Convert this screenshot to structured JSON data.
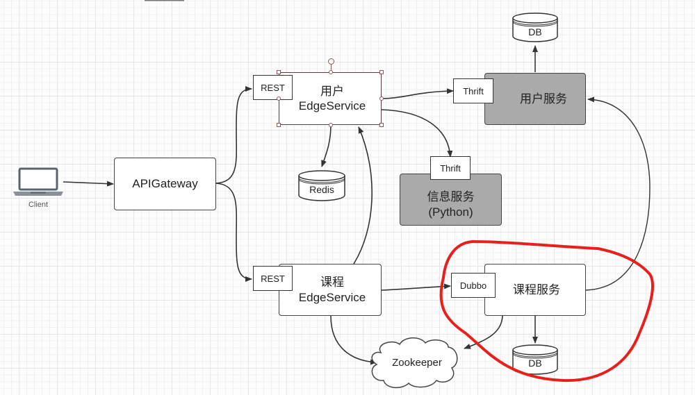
{
  "diagram": {
    "client": {
      "label": "Client",
      "icon": "laptop-icon"
    },
    "api_gateway": {
      "label": "APIGateway"
    },
    "user_edge": {
      "title": "用户",
      "subtitle": "EdgeService",
      "protocol": "REST",
      "selected": true
    },
    "course_edge": {
      "title": "课程",
      "subtitle": "EdgeService",
      "protocol": "REST"
    },
    "user_service": {
      "label": "用户服务",
      "protocol": "Thrift",
      "color": "#aaaaaa"
    },
    "info_service": {
      "label": "信息服务",
      "sublabel": "(Python)",
      "protocol": "Thrift",
      "color": "#aaaaaa"
    },
    "course_service": {
      "label": "课程服务",
      "protocol": "Dubbo",
      "highlighted": true
    },
    "redis": {
      "label": "Redis"
    },
    "user_db": {
      "label": "DB"
    },
    "course_db": {
      "label": "DB"
    },
    "zookeeper": {
      "label": "Zookeeper"
    },
    "highlight_color": "#e8201c",
    "edges": [
      {
        "from": "Client",
        "to": "APIGateway"
      },
      {
        "from": "APIGateway",
        "to": "用户 EdgeService (REST)"
      },
      {
        "from": "APIGateway",
        "to": "课程 EdgeService (REST)"
      },
      {
        "from": "用户 EdgeService",
        "to": "用户服务 (Thrift)"
      },
      {
        "from": "用户 EdgeService",
        "to": "信息服务 (Thrift)"
      },
      {
        "from": "用户 EdgeService",
        "to": "Redis"
      },
      {
        "from": "课程 EdgeService",
        "to": "用户 EdgeService"
      },
      {
        "from": "课程 EdgeService",
        "to": "课程服务 (Dubbo)"
      },
      {
        "from": "课程 EdgeService",
        "to": "Zookeeper"
      },
      {
        "from": "课程服务",
        "to": "Zookeeper"
      },
      {
        "from": "课程服务",
        "to": "DB"
      },
      {
        "from": "课程服务",
        "to": "用户服务"
      },
      {
        "from": "用户服务",
        "to": "DB"
      }
    ]
  }
}
